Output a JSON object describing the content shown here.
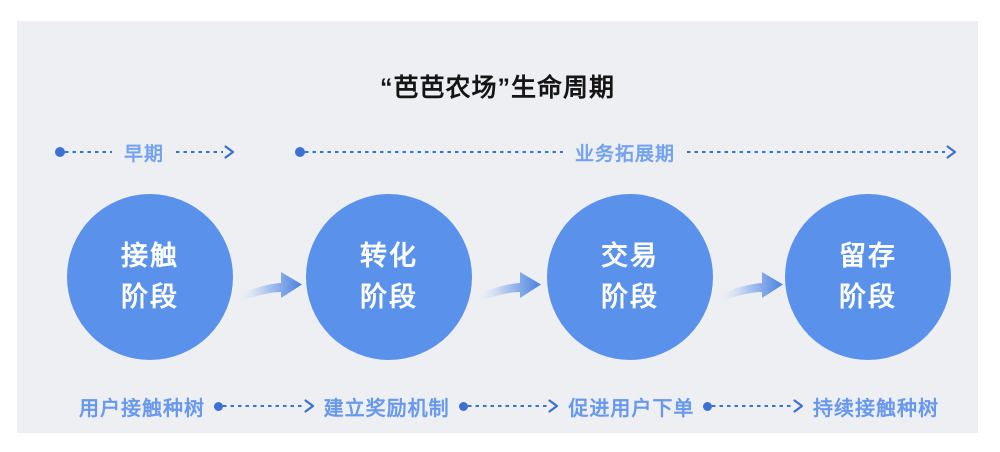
{
  "title": "“芭芭农场”生命周期",
  "phases": [
    {
      "label": "早期"
    },
    {
      "label": "业务拓展期"
    }
  ],
  "stages": [
    {
      "line1": "接触",
      "line2": "阶段"
    },
    {
      "line1": "转化",
      "line2": "阶段"
    },
    {
      "line1": "交易",
      "line2": "阶段"
    },
    {
      "line1": "留存",
      "line2": "阶段"
    }
  ],
  "actions": [
    "用户接触种树",
    "建立奖励机制",
    "促进用户下单",
    "持续接触种树"
  ],
  "colors": {
    "card_background": "#EDEFF3",
    "circle_blue": "#5A91EB",
    "line_blue": "#3C70D1",
    "label_light_blue": "#74A2EF",
    "action_label_blue": "#6899ED",
    "title_black": "#151515"
  }
}
